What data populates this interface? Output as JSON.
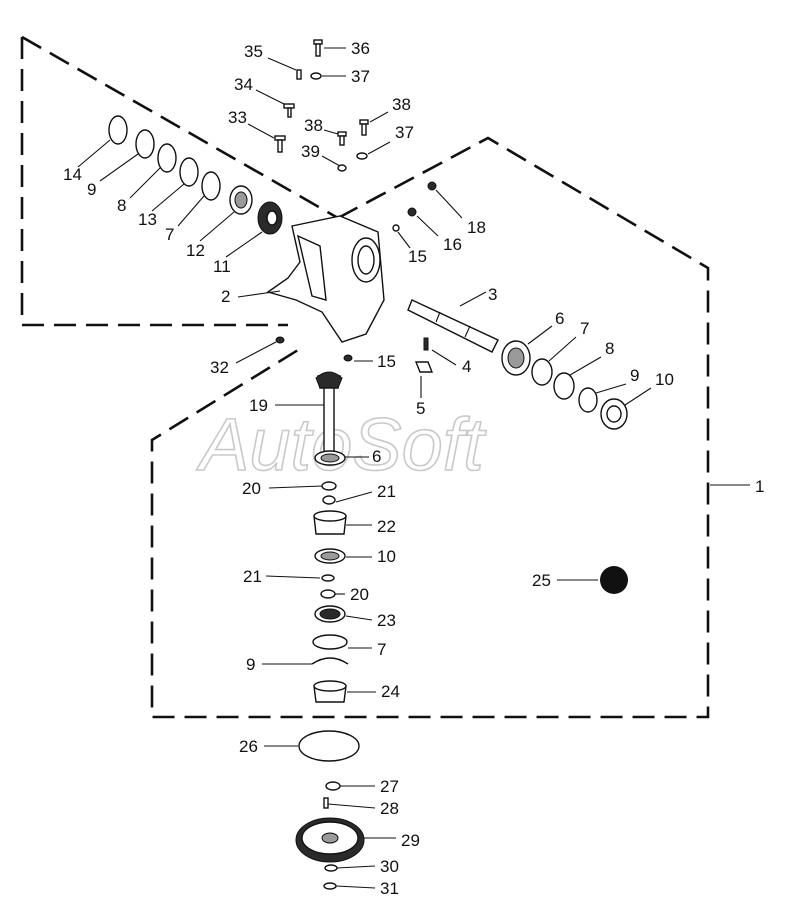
{
  "watermark": "AutoSoft",
  "callouts": [
    "1",
    "2",
    "3",
    "4",
    "5",
    "6",
    "6",
    "7",
    "7",
    "7",
    "8",
    "8",
    "9",
    "9",
    "9",
    "10",
    "10",
    "11",
    "12",
    "13",
    "14",
    "15",
    "15",
    "16",
    "18",
    "19",
    "20",
    "20",
    "21",
    "21",
    "22",
    "23",
    "24",
    "25",
    "26",
    "27",
    "28",
    "29",
    "30",
    "31",
    "32",
    "33",
    "34",
    "35",
    "36",
    "37",
    "37",
    "38",
    "38",
    "39"
  ]
}
